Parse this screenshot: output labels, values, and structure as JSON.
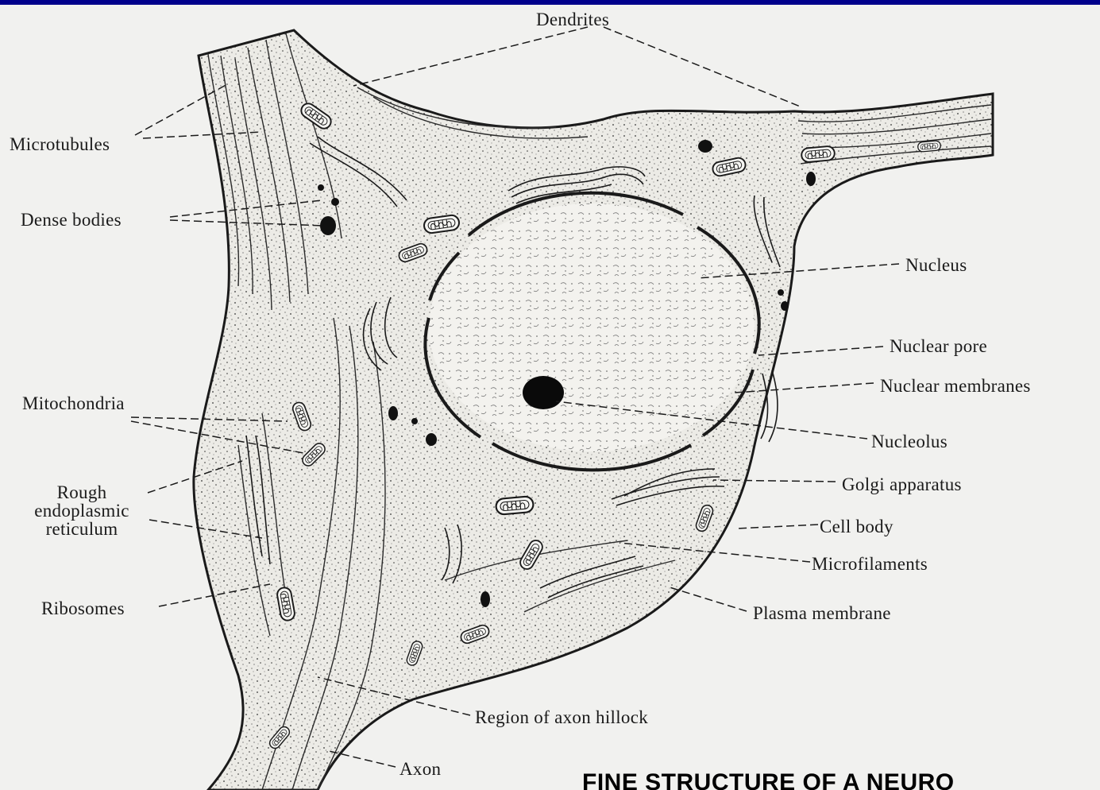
{
  "diagram": {
    "caption": "FINE STRUCTURE OF A NEURO",
    "labels": {
      "dendrites": "Dendrites",
      "microtubules": "Microtubules",
      "dense_bodies": "Dense bodies",
      "nucleus": "Nucleus",
      "nuclear_pore": "Nuclear pore",
      "nuclear_membranes": "Nuclear membranes",
      "mitochondria": "Mitochondria",
      "nucleolus": "Nucleolus",
      "golgi_apparatus": "Golgi apparatus",
      "rough_er_line1": "Rough",
      "rough_er_line2": "endoplasmic",
      "rough_er_line3": "reticulum",
      "cell_body": "Cell body",
      "microfilaments": "Microfilaments",
      "ribosomes": "Ribosomes",
      "plasma_membrane": "Plasma membrane",
      "axon_hillock": "Region of axon hillock",
      "axon": "Axon"
    }
  },
  "colors": {
    "frame": "#00008b",
    "paper": "#f1f1ef",
    "ink": "#1a1a1a"
  }
}
